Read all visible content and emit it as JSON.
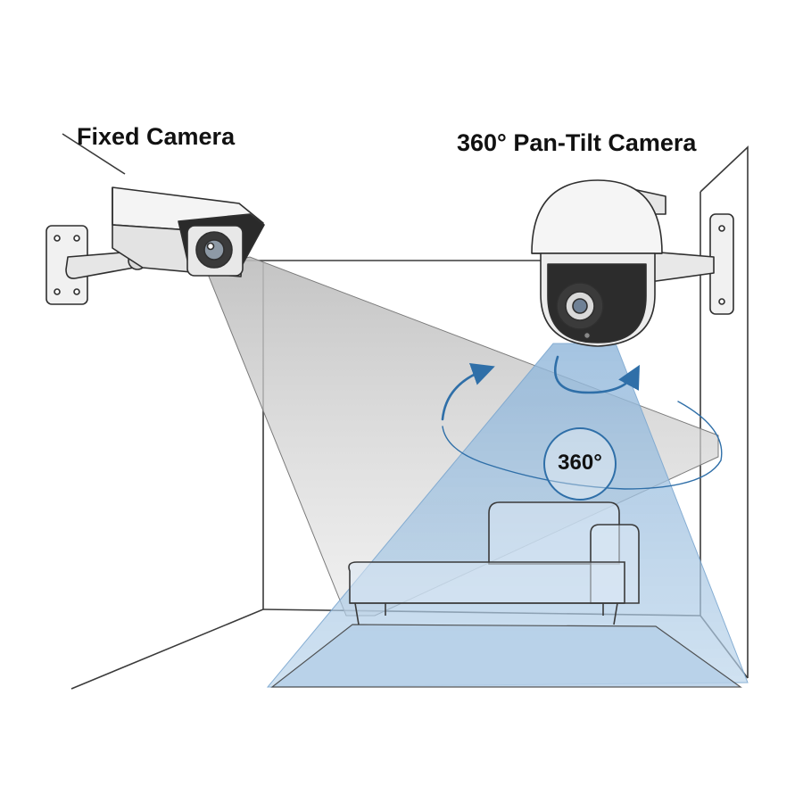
{
  "labels": {
    "fixed_camera": "Fixed Camera",
    "ptz_camera": "360° Pan-Tilt Camera",
    "rotation_degrees": "360°"
  },
  "colors": {
    "line": "#3a3a3a",
    "fixed_cone": "#d6d6d6",
    "ptz_cone": "#a9c9e6",
    "arrow_blue": "#2f6fa8",
    "camera_body": "#f4f4f4",
    "camera_dark": "#2a2a2a"
  },
  "icons": {
    "fixed_camera": "bullet-camera-icon",
    "ptz_camera": "dome-ptz-camera-icon",
    "sofa": "chaise-lounge-icon"
  }
}
